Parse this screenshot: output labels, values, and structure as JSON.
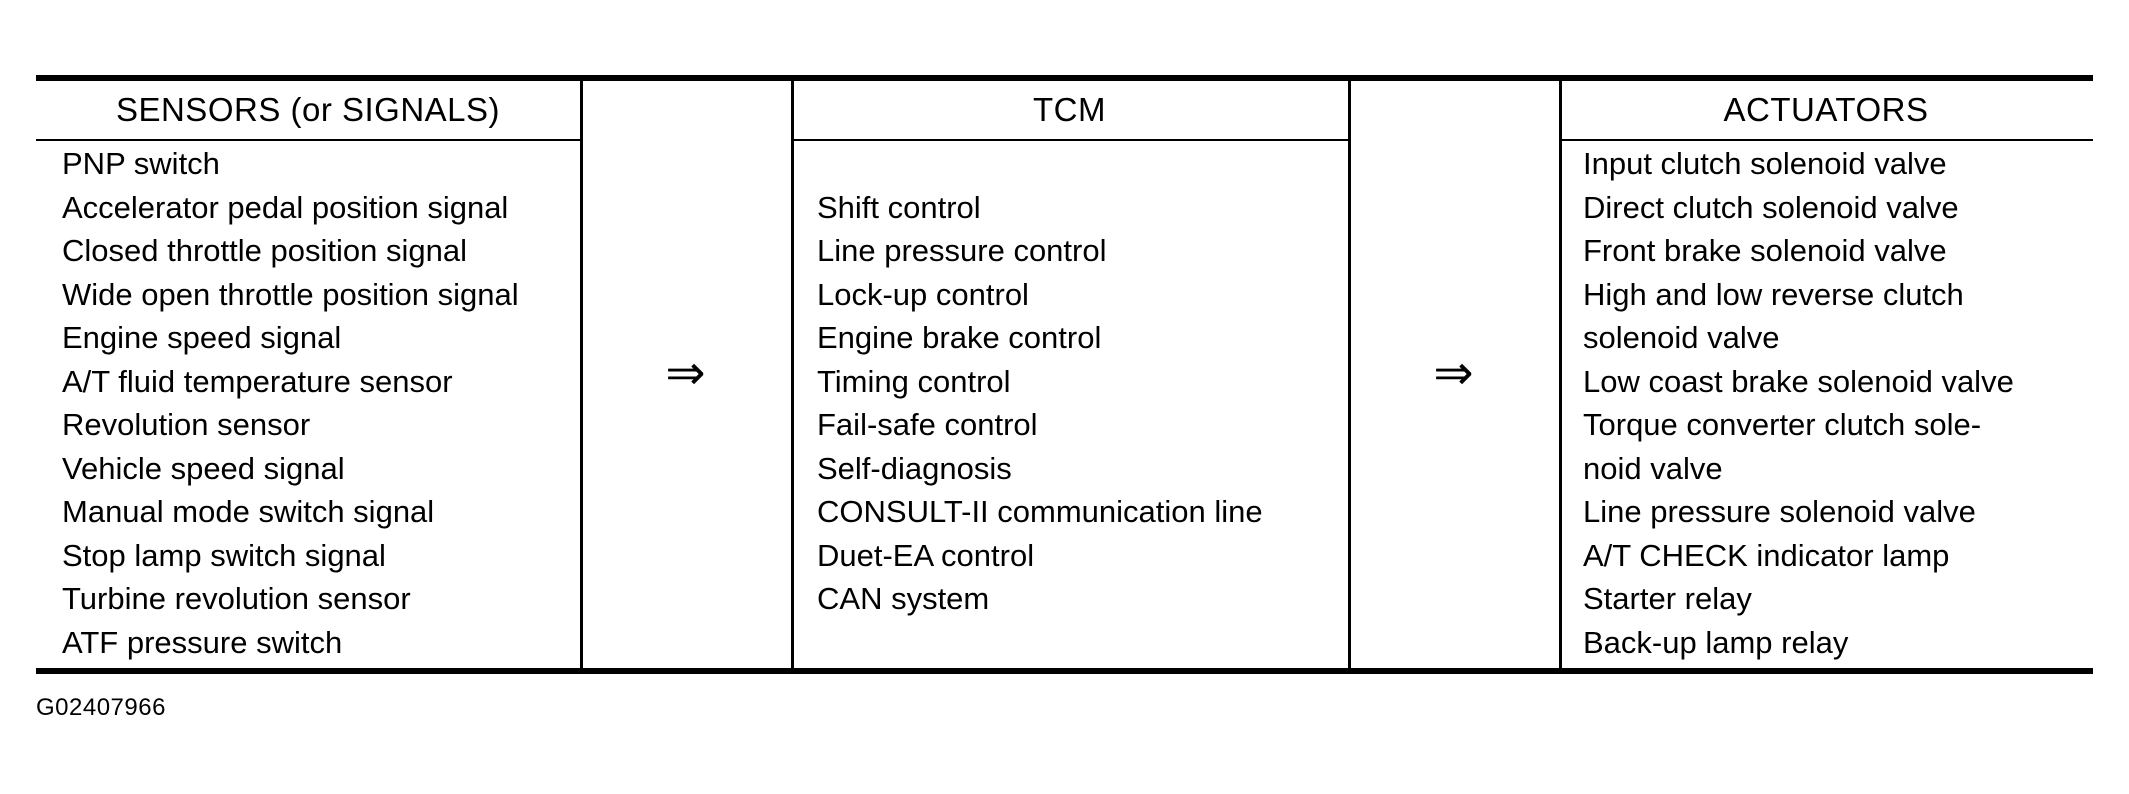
{
  "colors": {
    "ink": "#000000",
    "background": "#ffffff"
  },
  "diagram": {
    "caption": "G02407966",
    "arrow_glyph": "⇒",
    "columns": [
      {
        "header": "SENSORS (or SIGNALS)",
        "items": [
          "PNP switch",
          "Accelerator pedal position signal",
          "Closed throttle position signal",
          "Wide open throttle position signal",
          "Engine speed signal",
          "A/T fluid temperature sensor",
          "Revolution sensor",
          "Vehicle speed signal",
          "Manual mode switch signal",
          "Stop lamp switch signal",
          "Turbine revolution sensor",
          "ATF pressure switch"
        ]
      },
      {
        "header": "TCM",
        "items": [
          "Shift control",
          "Line pressure control",
          "Lock-up control",
          "Engine brake control",
          "Timing control",
          "Fail-safe control",
          "Self-diagnosis",
          "CONSULT-II communication line",
          "Duet-EA control",
          "CAN system"
        ]
      },
      {
        "header": "ACTUATORS",
        "items": [
          "Input clutch solenoid valve",
          "Direct clutch solenoid valve",
          "Front brake solenoid valve",
          "High and low reverse clutch",
          "solenoid valve",
          "Low coast brake solenoid valve",
          "Torque converter clutch sole-",
          "noid valve",
          "Line pressure solenoid valve",
          "A/T CHECK indicator lamp",
          "Starter relay",
          "Back-up lamp relay"
        ]
      }
    ]
  }
}
